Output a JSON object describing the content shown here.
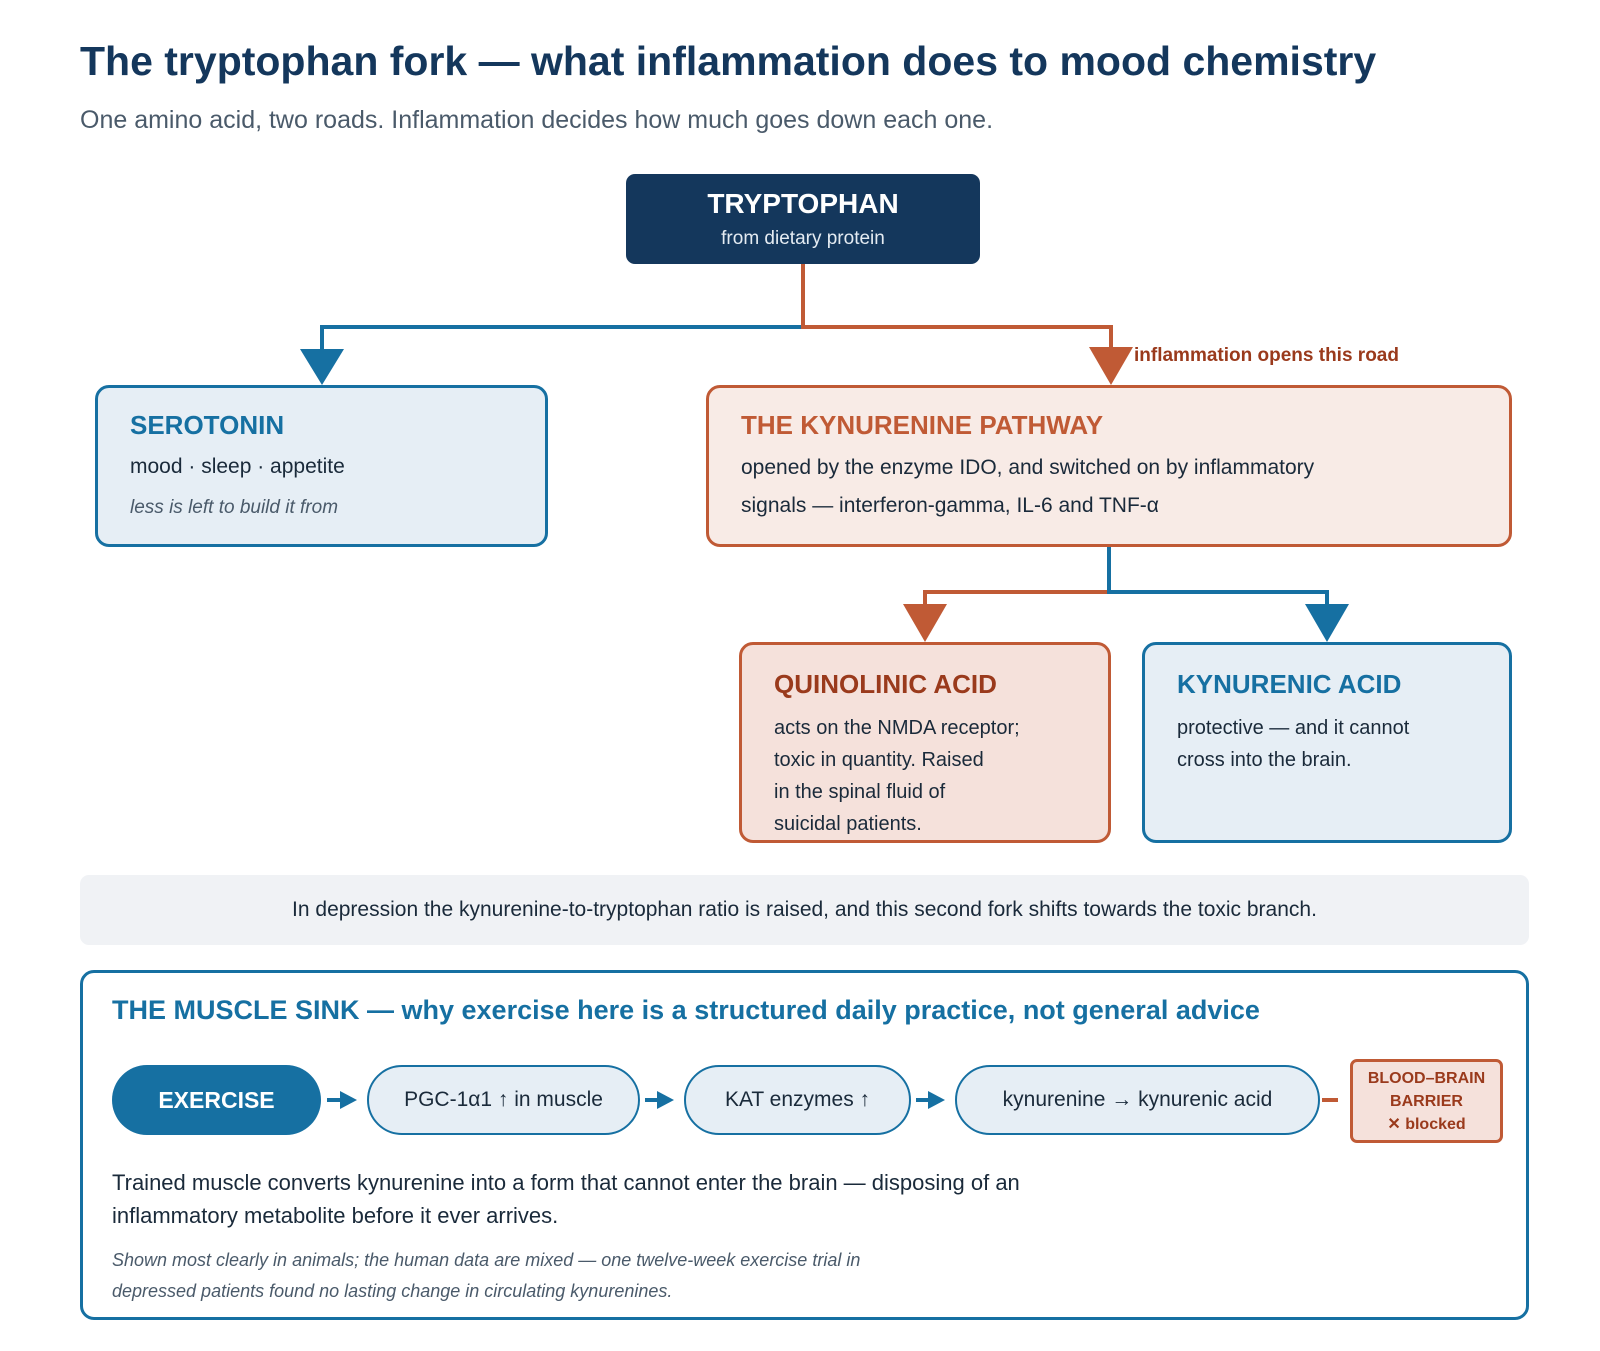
{
  "title": "The tryptophan fork — what inflammation does to mood chemistry",
  "subtitle": "One amino acid, two roads. Inflammation decides how much goes down each one.",
  "tryptophan": {
    "label": "TRYPTOPHAN",
    "sub": "from dietary protein"
  },
  "serotonin": {
    "label": "SEROTONIN",
    "functions": "mood · sleep · appetite",
    "note": "less is left to build it from"
  },
  "kynurenine": {
    "label": "THE KYNURENINE PATHWAY",
    "line1": "opened by the enzyme IDO, and switched on by inflammatory",
    "line2": "signals — interferon-gamma, IL-6 and TNF-α",
    "edge_label": "inflammation opens this road"
  },
  "quinolinic": {
    "label": "QUINOLINIC ACID",
    "lines": [
      "acts on the NMDA receptor;",
      "toxic in quantity. Raised",
      "in the spinal fluid of",
      "suicidal patients."
    ]
  },
  "kynurenic": {
    "label": "KYNURENIC ACID",
    "lines": [
      "protective — and it cannot",
      "cross into the brain."
    ]
  },
  "depression_note": "In depression the kynurenine-to-tryptophan ratio is raised, and this second fork shifts towards the toxic branch.",
  "muscle_sink": {
    "title": "THE MUSCLE SINK — why exercise here is a structured daily practice, not general advice",
    "steps": [
      "EXERCISE",
      "PGC-1α1 ↑ in muscle",
      "KAT enzymes ↑",
      "kynurenine → kynurenic acid"
    ],
    "barrier": [
      "BLOOD–BRAIN",
      "BARRIER",
      "✕ blocked"
    ],
    "body_lines": [
      "Trained muscle converts kynurenine into a form that cannot enter the brain — disposing of an",
      "inflammatory metabolite before it ever arrives."
    ],
    "foot_lines": [
      "Shown most clearly in animals; the human data are mixed — one twelve-week exercise trial in",
      "depressed patients found no lasting change in circulating kynurenines."
    ]
  },
  "colors": {
    "navy": "#14375c",
    "blue": "#1670a2",
    "rust": "#c05a35",
    "dark_rust": "#9a3a1c"
  }
}
